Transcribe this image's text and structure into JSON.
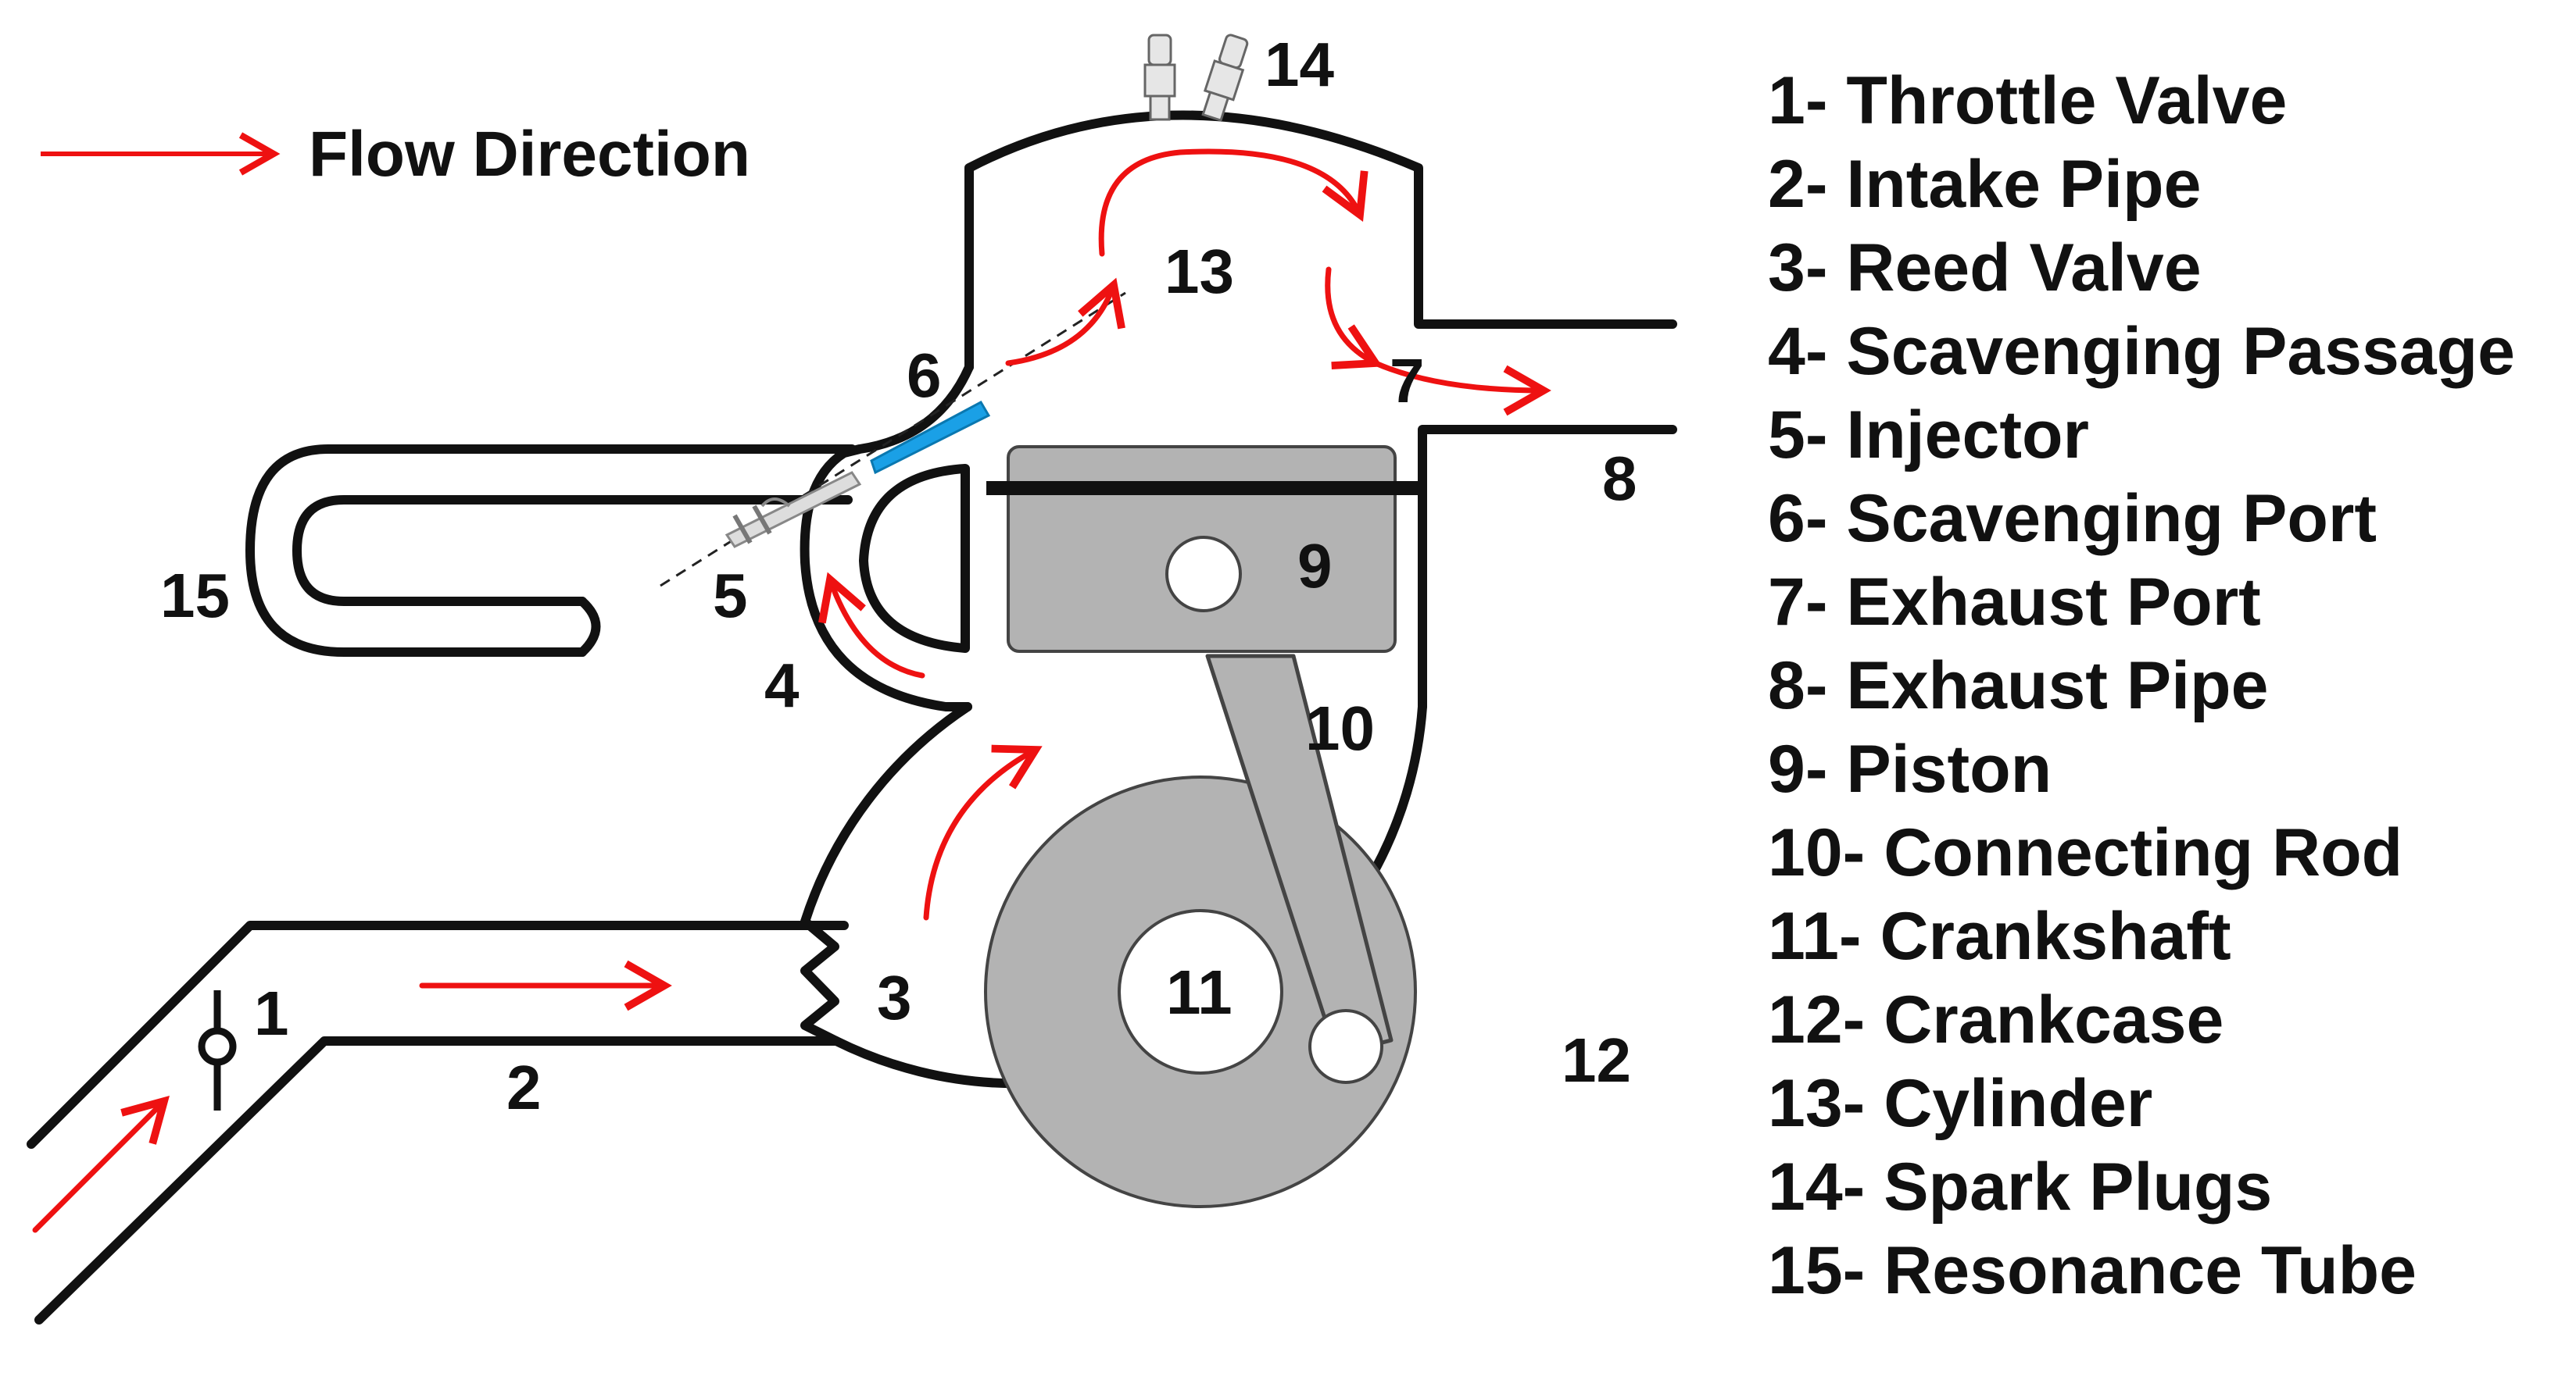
{
  "flow_legend": {
    "label": "Flow Direction",
    "color": "#ee1111"
  },
  "callouts": {
    "n1": "1",
    "n2": "2",
    "n3": "3",
    "n4": "4",
    "n5": "5",
    "n6": "6",
    "n7": "7",
    "n8": "8",
    "n9": "9",
    "n10": "10",
    "n11": "11",
    "n12": "12",
    "n13": "13",
    "n14": "14",
    "n15": "15"
  },
  "parts": [
    "1- Throttle Valve",
    "2- Intake Pipe",
    "3- Reed Valve",
    "4- Scavenging Passage",
    "5- Injector",
    "6- Scavenging Port",
    "7- Exhaust Port",
    "8- Exhaust Pipe",
    "9- Piston",
    "10- Connecting Rod",
    "11- Crankshaft",
    "12- Crankcase",
    "13- Cylinder",
    "14- Spark Plugs",
    "15- Resonance Tube"
  ],
  "colors": {
    "outline": "#111111",
    "flow_arrow": "#ee1111",
    "gray_fill": "#b3b3b3",
    "injector_spray": "#1aa0e6"
  }
}
